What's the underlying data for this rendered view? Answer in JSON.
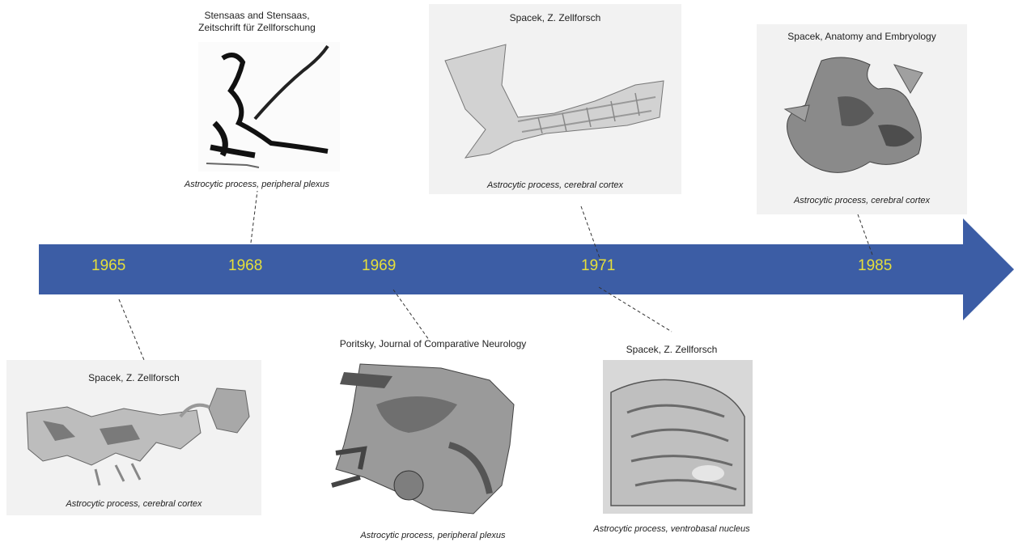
{
  "timeline": {
    "arrow_color": "#3c5da5",
    "year_color": "#e6df3a",
    "years": [
      {
        "label": "1965"
      },
      {
        "label": "1968"
      },
      {
        "label": "1969"
      },
      {
        "label": "1971"
      },
      {
        "label": "1985"
      }
    ]
  },
  "panels": [
    {
      "source": "Spacek, Z. Zellforsch",
      "caption": "Astrocytic process, cerebral cortex"
    },
    {
      "source_line1": "Stensaas and Stensaas,",
      "source_line2": "Zeitschrift für Zellforschung",
      "caption": "Astrocytic process, peripheral plexus"
    },
    {
      "source": "Poritsky, Journal of Comparative Neurology",
      "caption": "Astrocytic process, peripheral plexus"
    },
    {
      "source": "Spacek, Z. Zellforsch",
      "caption": "Astrocytic process, cerebral cortex"
    },
    {
      "source": "Spacek, Z. Zellforsch",
      "caption": "Astrocytic process, ventrobasal nucleus"
    },
    {
      "source": "Spacek, Anatomy and Embryology",
      "caption": "Astrocytic process, cerebral cortex"
    }
  ]
}
